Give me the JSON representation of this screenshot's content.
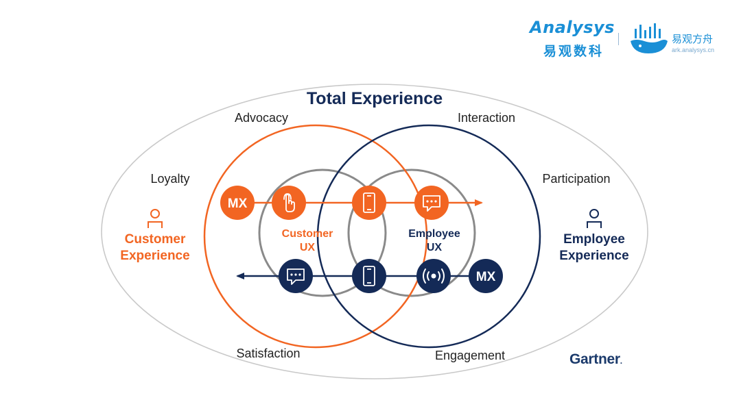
{
  "brand": {
    "analysys_word": "Analysys",
    "analysys_cn": "易观数科",
    "ark_cn": "易观方舟",
    "ark_url": "ark.analysys.cn"
  },
  "diagram": {
    "title": "Total Experience",
    "words": {
      "advocacy": "Advocacy",
      "interaction": "Interaction",
      "loyalty": "Loyalty",
      "participation": "Participation",
      "satisfaction": "Satisfaction",
      "engagement": "Engagement"
    },
    "customer_experience": [
      "Customer",
      "Experience"
    ],
    "employee_experience": [
      "Employee",
      "Experience"
    ],
    "customer_ux": [
      "Customer",
      "UX"
    ],
    "employee_ux": [
      "Employee",
      "UX"
    ],
    "mx_label": "MX"
  },
  "footer": {
    "gartner": "Gartner"
  },
  "colors": {
    "orange": "#f26522",
    "navy": "#142a57",
    "gray": "#8a8a8a",
    "brand_blue": "#1a8fd6"
  },
  "icons": {
    "top_row": [
      "mx-badge",
      "tap-hand-icon",
      "mobile-phone-icon",
      "chat-bubble-icon"
    ],
    "bottom_row": [
      "chat-bubble-icon",
      "mobile-phone-icon",
      "broadcast-icon",
      "mx-badge"
    ]
  }
}
